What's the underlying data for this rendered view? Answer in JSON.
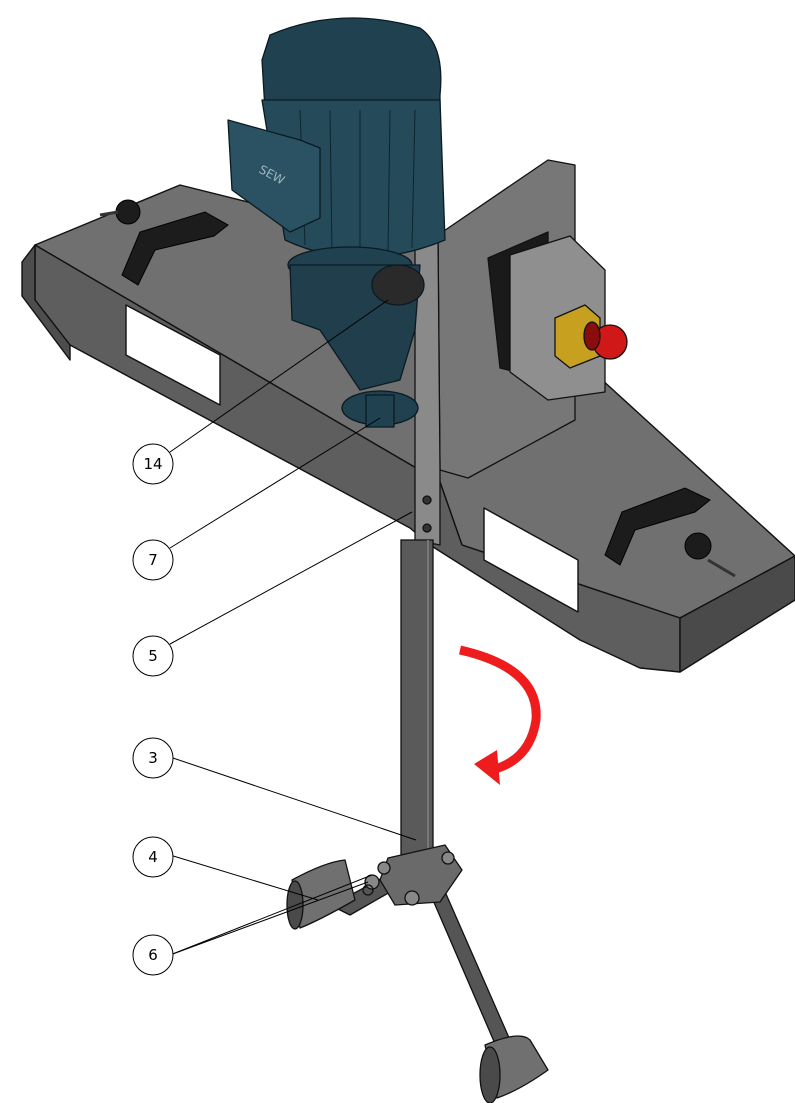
{
  "diagram": {
    "motor_brand_mark": "SEW",
    "rotation_direction": "clockwise",
    "colors": {
      "motor": "#1f4150",
      "frame": "#6b6b6b",
      "shaft": "#5a5a5a",
      "switch_box": "#8c8c8c",
      "switch_plate": "#c8a020",
      "emergency_button": "#d01818",
      "rotation_arrow": "#ee1c1c",
      "handles": "#1c1c1c"
    },
    "callouts": [
      {
        "label": "14",
        "part": "gearbox"
      },
      {
        "label": "7",
        "part": "motor flange"
      },
      {
        "label": "5",
        "part": "frame"
      },
      {
        "label": "3",
        "part": "shaft"
      },
      {
        "label": "4",
        "part": "stirrer blade"
      },
      {
        "label": "6",
        "part": "fasteners"
      }
    ]
  }
}
